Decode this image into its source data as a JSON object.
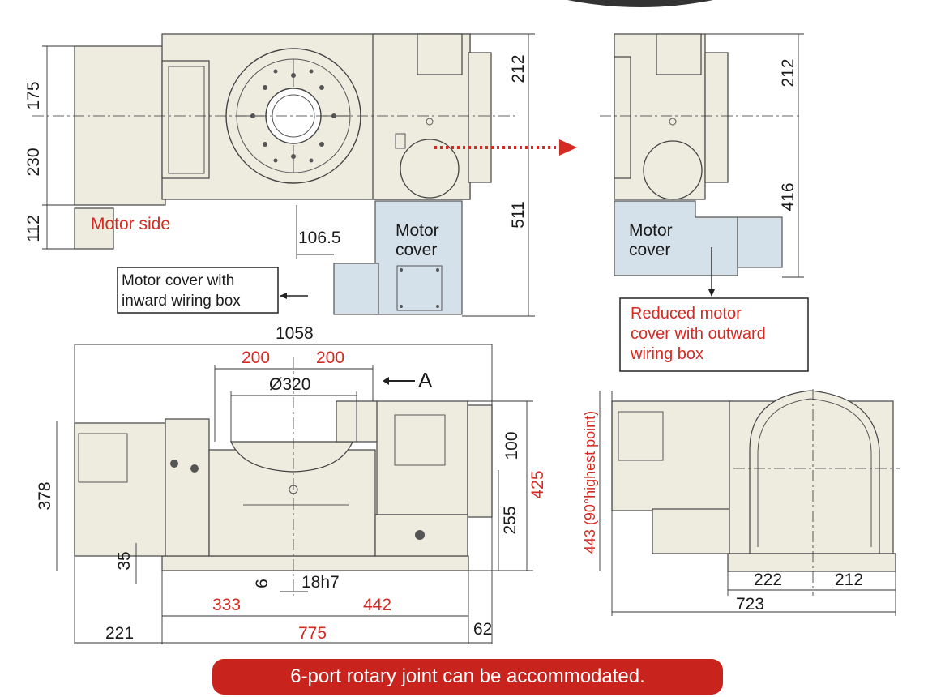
{
  "top_left_view": {
    "dims": {
      "d175": "175",
      "d230": "230",
      "d112": "112",
      "d212": "212",
      "d511": "511",
      "d106": "106.5"
    },
    "motor_side_label": "Motor side",
    "motor_cover_line1": "Motor",
    "motor_cover_line2": "cover",
    "callout_line1": "Motor cover with",
    "callout_line2": "inward wiring box"
  },
  "top_right_view": {
    "dims": {
      "d212": "212",
      "d416": "416"
    },
    "motor_cover_line1": "Motor",
    "motor_cover_line2": "cover",
    "callout_line1": "Reduced motor",
    "callout_line2": "cover with outward",
    "callout_line3": "wiring box"
  },
  "front_view": {
    "dims": {
      "d1058": "1058",
      "d200a": "200",
      "d200b": "200",
      "dia320": "Ø320",
      "view_a": "A",
      "d378": "378",
      "d100": "100",
      "d425": "425",
      "d255": "255",
      "d35": "35",
      "d6": "6",
      "d18h7": "18h7",
      "d333": "333",
      "d442": "442",
      "d221": "221",
      "d775": "775",
      "d62": "62"
    }
  },
  "side_view": {
    "dims": {
      "d443": "443 (90°highest point)",
      "d222": "222",
      "d212": "212",
      "d723": "723"
    }
  },
  "banner": {
    "text": "6-port rotary joint can be accommodated."
  },
  "colors": {
    "body_fill": "#eeebdf",
    "cover_fill": "#d4e0ea",
    "accent_red": "#d42a22",
    "banner_red": "#c9231d"
  }
}
